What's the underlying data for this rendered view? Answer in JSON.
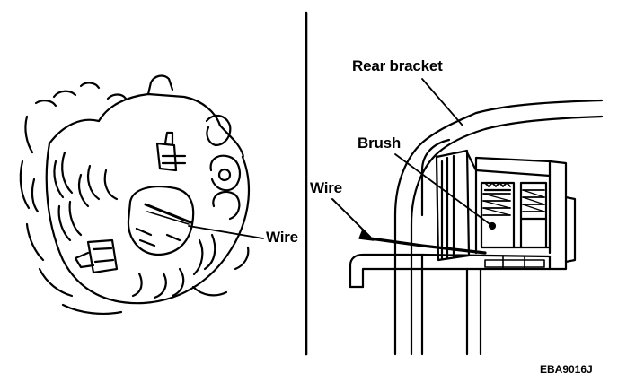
{
  "labels": {
    "left_wire": "Wire",
    "rear_bracket": "Rear bracket",
    "brush": "Brush",
    "right_wire": "Wire"
  },
  "figure_code": "EBA9016J"
}
